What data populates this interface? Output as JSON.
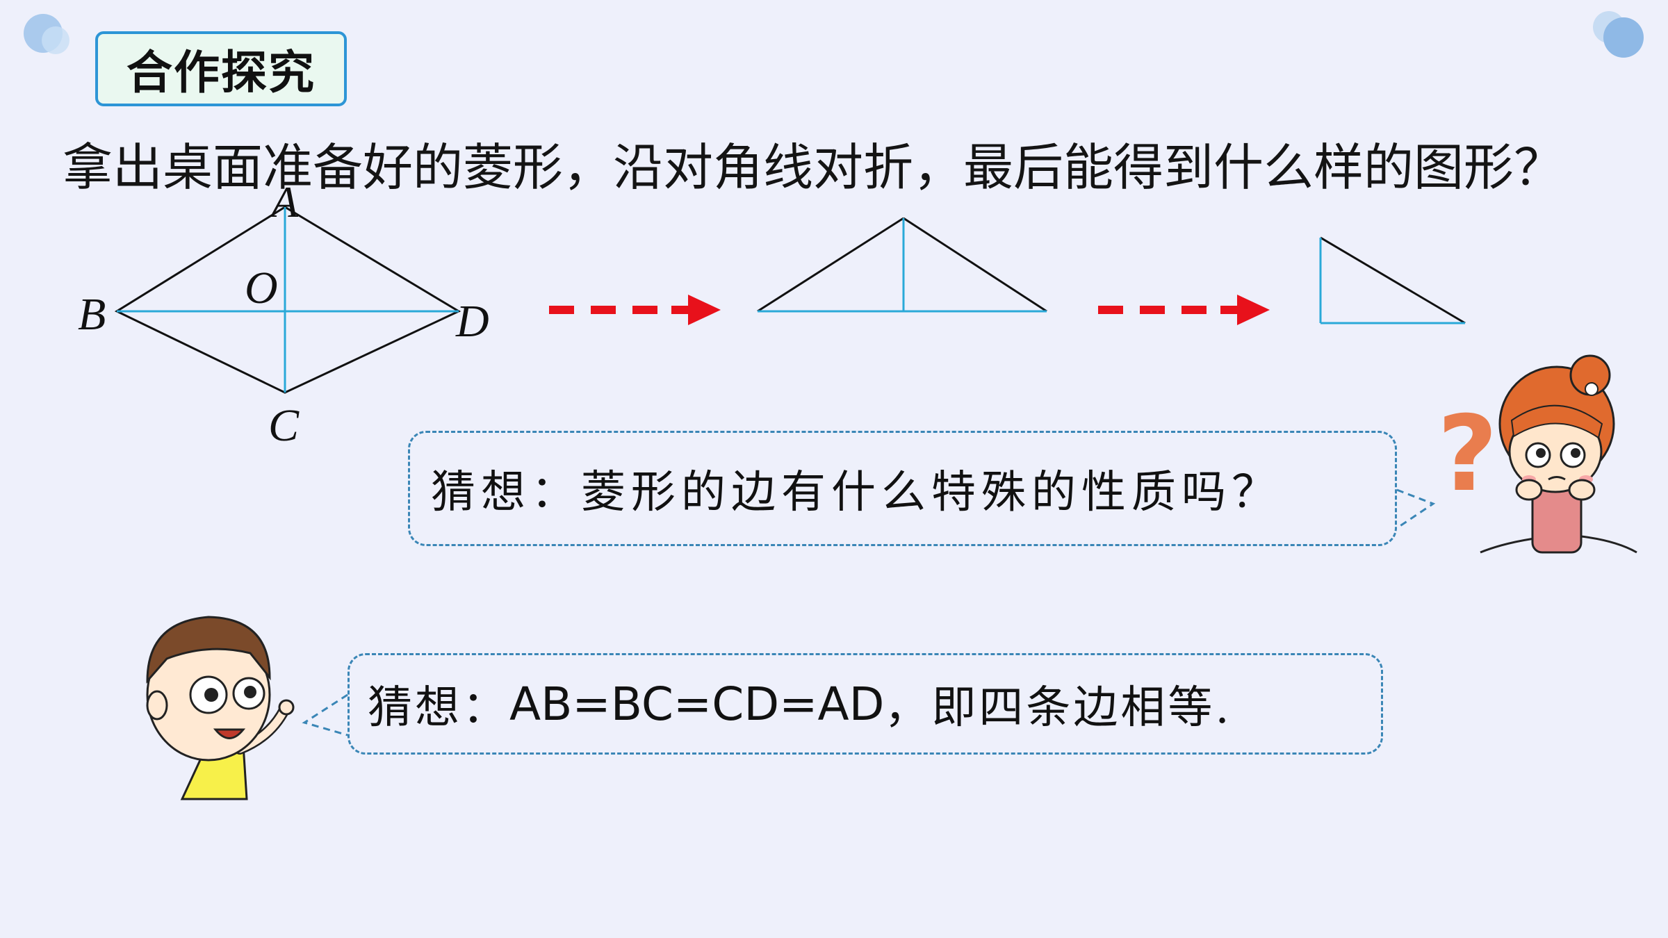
{
  "section_badge": "合作探究",
  "question": "拿出桌面准备好的菱形，沿对角线对折，最后能得到什么样的图形？",
  "rhombus_labels": {
    "a": "A",
    "b": "B",
    "c": "C",
    "d": "D",
    "o": "O"
  },
  "guess1": "猜想：菱形的边有什么特殊的性质吗？",
  "question_mark": "?",
  "guess2": {
    "prefix": "猜想：",
    "equation": "AB=BC=CD=AD",
    "suffix": "，即四条边相等."
  },
  "colors": {
    "background": "#eef0fb",
    "diagonal": "#2aa9d8",
    "arrow": "#e8111b",
    "badge_border": "#2d95d6",
    "bubble_border": "#3a86b6"
  }
}
